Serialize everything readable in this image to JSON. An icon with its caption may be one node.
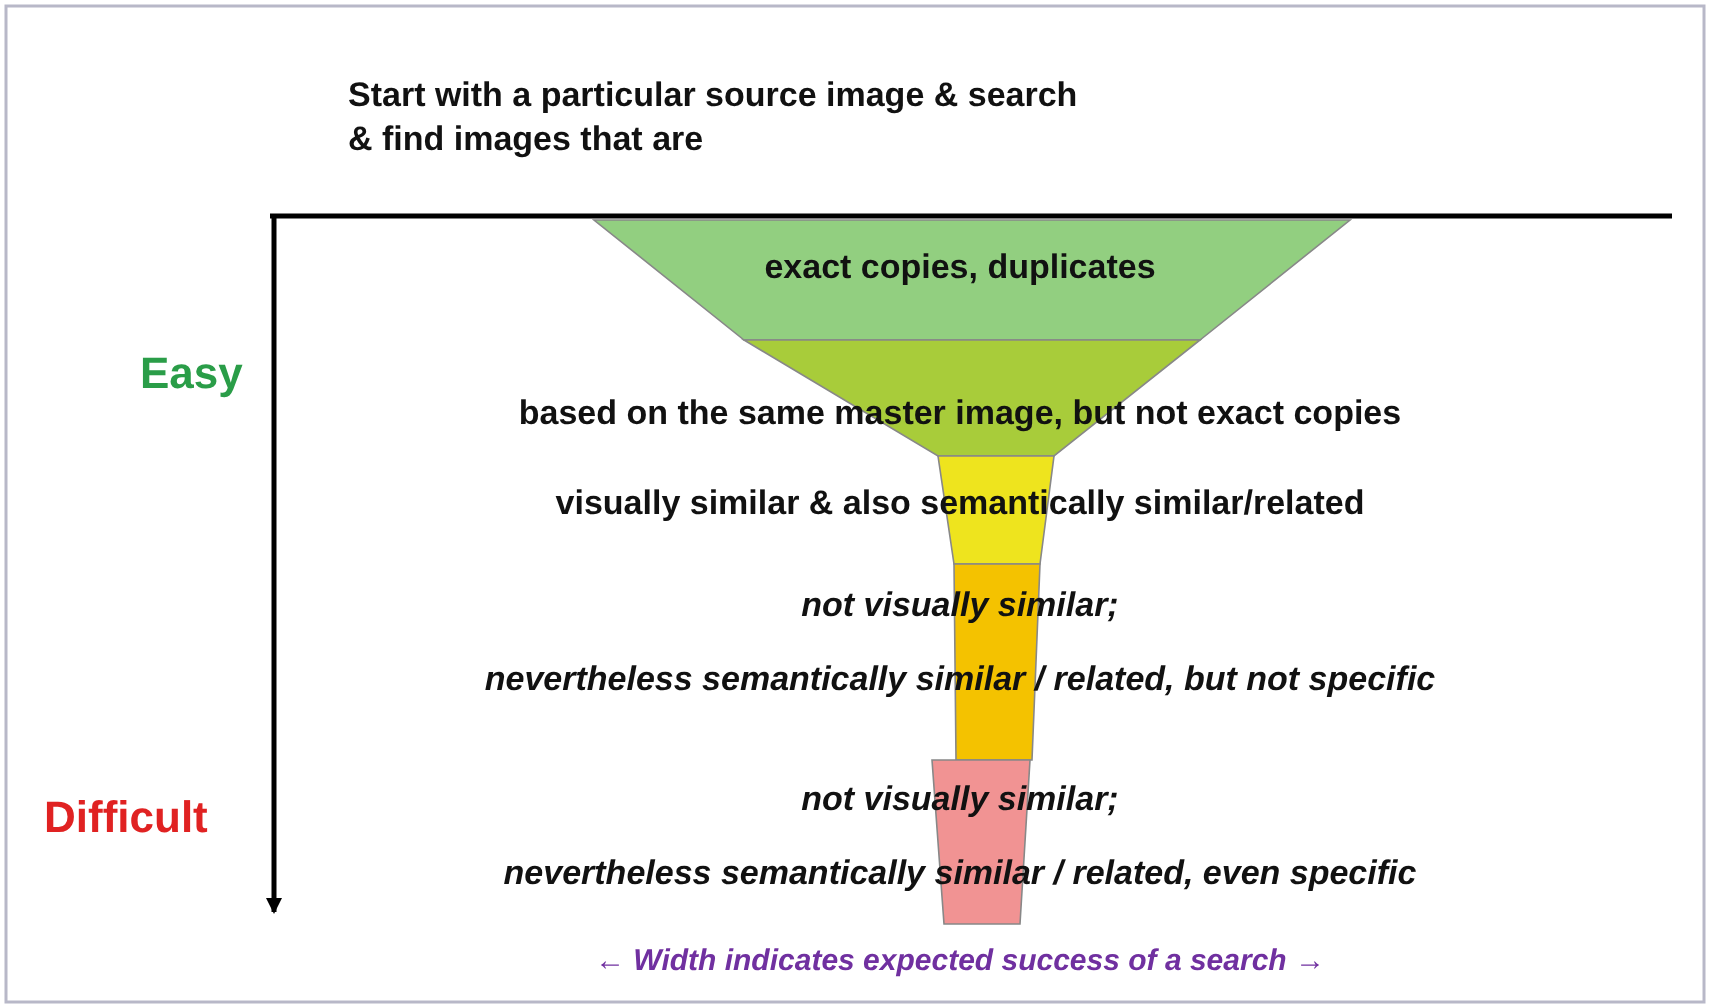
{
  "diagram": {
    "title": "Start with a particular source image & search & find images that are",
    "nodes": [
      {
        "text": [
          "exact copies, duplicates"
        ]
      },
      {
        "text": [
          "based on the same master image, but not exact copies"
        ]
      },
      {
        "text": [
          "visually similar & also semantically similar/related"
        ]
      },
      {
        "text": [
          "not visually similar;",
          "nevertheless semantically similar / related, but not specific"
        ]
      },
      {
        "text": [
          "not visually similar;",
          "nevertheless semantically similar / related, even specific"
        ]
      }
    ],
    "labels": [
      "Easy",
      "Difficult"
    ],
    "caption": "← Width indicates expected success of a search →"
  }
}
